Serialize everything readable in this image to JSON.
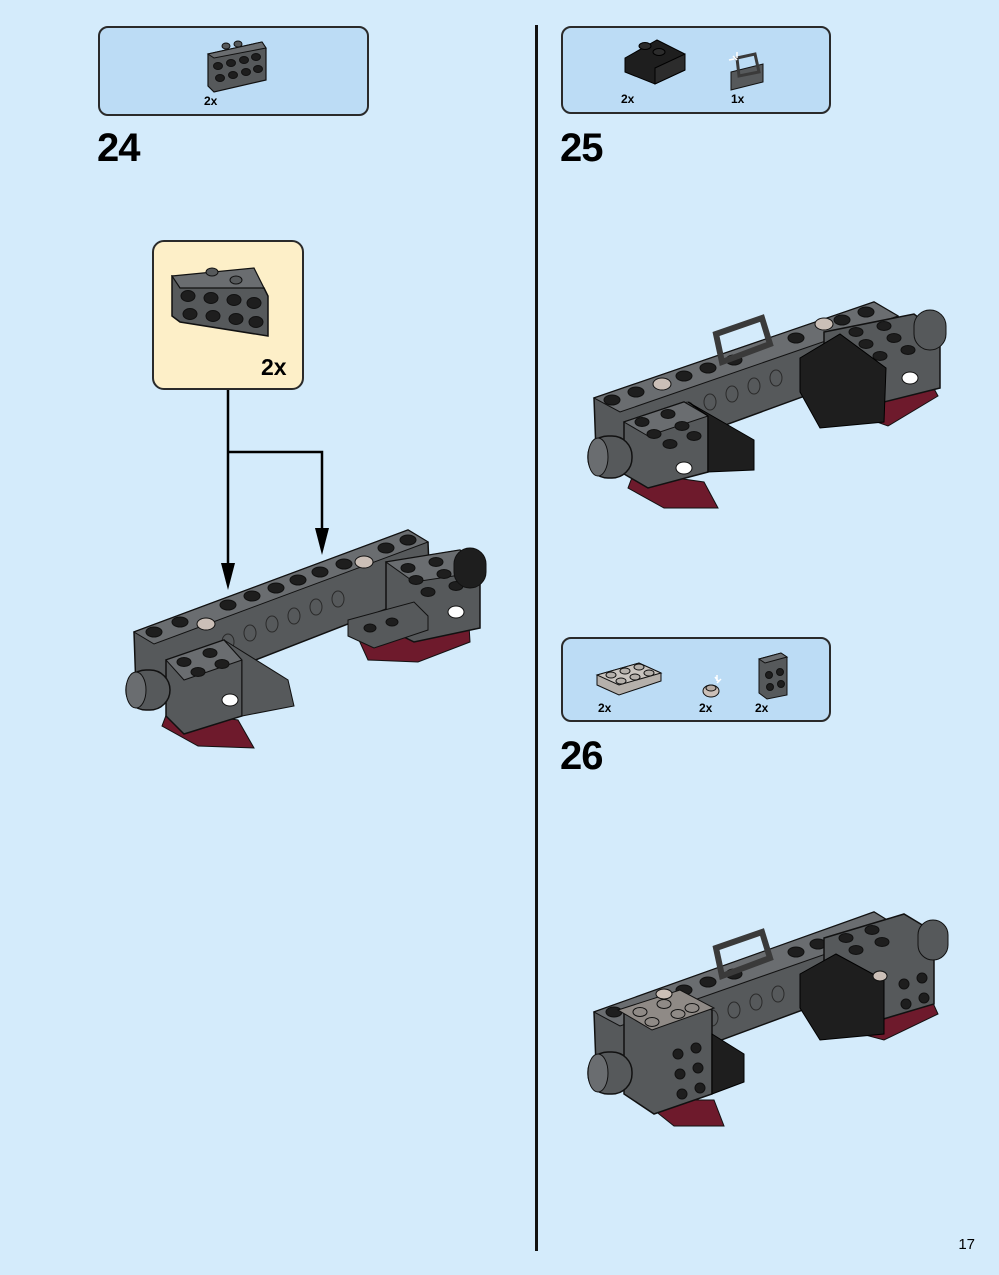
{
  "page": {
    "number": "17"
  },
  "steps": [
    {
      "number": "24",
      "parts": [
        {
          "name": "bracket-2x2-dark-gray",
          "qty": "2x"
        }
      ],
      "callout": {
        "qty": "2x"
      }
    },
    {
      "number": "25",
      "parts": [
        {
          "name": "slope-2x2-black",
          "qty": "2x"
        },
        {
          "name": "handle-bar-dark-gray",
          "qty": "1x"
        }
      ]
    },
    {
      "number": "26",
      "parts": [
        {
          "name": "plate-2x3-light-gray",
          "qty": "2x"
        },
        {
          "name": "round-stud-light-gray",
          "qty": "2x"
        },
        {
          "name": "bracket-2x2-dark-gray",
          "qty": "2x"
        }
      ]
    }
  ],
  "colors": {
    "background": "#d4ebfb",
    "parts_box": "#bcdcf5",
    "callout": "#fdefc8",
    "dark_gray": "#56595b",
    "black": "#1e1e1e",
    "dark_red": "#6e1a2c"
  }
}
